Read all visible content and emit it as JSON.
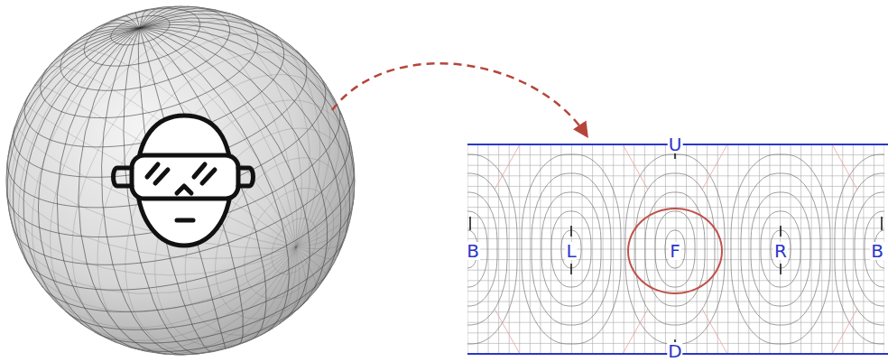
{
  "diagram": {
    "nodes": [
      {
        "text": [
          "F"
        ]
      }
    ],
    "labels": [
      "U",
      "B",
      "L",
      "R",
      "B",
      "D"
    ]
  }
}
